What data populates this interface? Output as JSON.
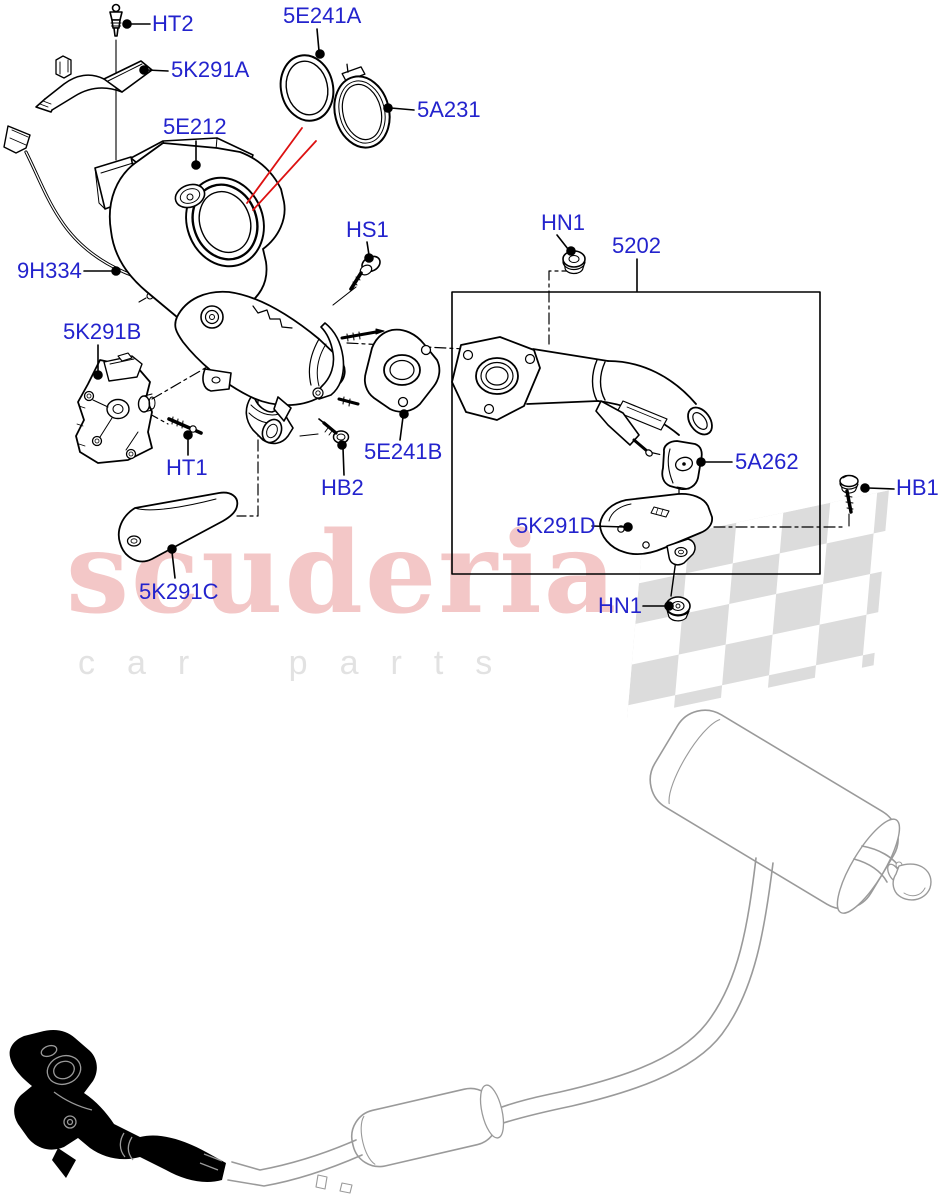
{
  "watermark": {
    "brand": "scuderia",
    "tagline": "car parts"
  },
  "colors": {
    "label_blue": "#2323cd",
    "callout_red": "#dd1111",
    "line_ink": "#000000",
    "ghost_gray": "#9a9a9a",
    "brand_pink": "#f3c7c7",
    "tagline_gray": "#e2e2e2",
    "flag_gray": "#dcdcdc",
    "background": "#ffffff"
  },
  "diagram": {
    "labels": [
      {
        "id": "HT2",
        "text": "HT2"
      },
      {
        "id": "5K291A",
        "text": "5K291A"
      },
      {
        "id": "5E241A",
        "text": "5E241A"
      },
      {
        "id": "5A231",
        "text": "5A231"
      },
      {
        "id": "5E212",
        "text": "5E212"
      },
      {
        "id": "9H334",
        "text": "9H334"
      },
      {
        "id": "HS1",
        "text": "HS1"
      },
      {
        "id": "HN1-top",
        "text": "HN1"
      },
      {
        "id": "5202",
        "text": "5202"
      },
      {
        "id": "5K291B",
        "text": "5K291B"
      },
      {
        "id": "HT1",
        "text": "HT1"
      },
      {
        "id": "HB2",
        "text": "HB2"
      },
      {
        "id": "5E241B",
        "text": "5E241B"
      },
      {
        "id": "5A262",
        "text": "5A262"
      },
      {
        "id": "HB1",
        "text": "HB1"
      },
      {
        "id": "5K291D",
        "text": "5K291D"
      },
      {
        "id": "5K291C",
        "text": "5K291C"
      },
      {
        "id": "HN1-bottom",
        "text": "HN1"
      }
    ]
  }
}
